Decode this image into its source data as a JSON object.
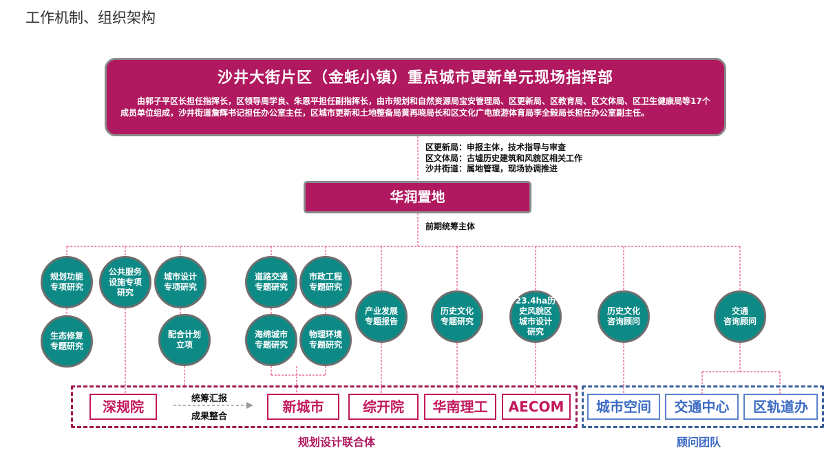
{
  "page_title": "工作机制、组织架构",
  "hq": {
    "title": "沙井大街片区（金蚝小镇）重点城市更新单元现场指挥部",
    "description": "由郭子平区长担任指挥长，区领导周学良、朱恩平担任副指挥长，由市规划和自然资源局宝安管理局、区更新局、区教育局、区文体局、区卫生健康局等17个成员单位组成，沙井街道詹辉书记担任办公室主任，区城市更新和土地整备局黄再晓局长和区文化广电旅游体育局李全毅局长担任办公室副主任。"
  },
  "bureaus": [
    "区更新局：申报主体，技术指导与审查",
    "区文体局：古墟历史建筑和风貌区相关工作",
    "沙井街道：属地管理，现场协调推进"
  ],
  "huarun": {
    "label": "华润置地"
  },
  "early_label": "前期统筹主体",
  "studies": [
    "规划功能\n专项研究",
    "公共服务\n设施专项\n研究",
    "城市设计\n专项研究",
    "生态修复\n专题研究",
    "配合计划\n立项",
    "道路交通\n专题研究",
    "市政工程\n专题研究",
    "海绵城市\n专题研究",
    "物理环境\n专题研究",
    "产业发展\n专题报告",
    "历史文化\n专题研究",
    "23.4ha历\n史风貌区\n城市设计\n研究",
    "历史文化\n咨询顾问",
    "交通\n咨询顾问"
  ],
  "coordination": {
    "top": "统筹汇报",
    "bottom": "成果整合"
  },
  "planning_units": [
    "深规院",
    "新城市",
    "综开院",
    "华南理工",
    "AECOM"
  ],
  "advisory_units": [
    "城市空间",
    "交通中心",
    "区轨道办"
  ],
  "groups": {
    "planning": "规划设计联合体",
    "advisory": "顾问团队"
  },
  "colors": {
    "magenta": "#b0195f",
    "teal": "#0d8a86",
    "pink_line": "#e8508a",
    "blue": "#3c6bc4"
  }
}
